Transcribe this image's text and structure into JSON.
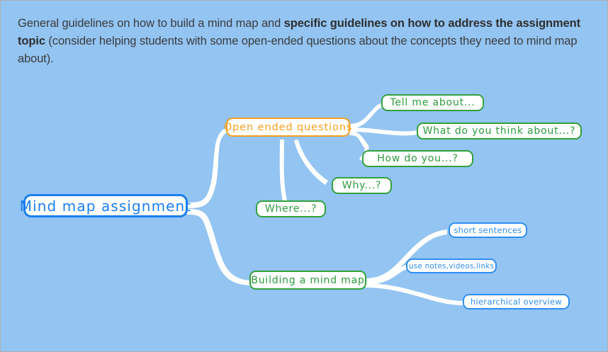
{
  "slide": {
    "background_color": "#93c4f2",
    "border_color": "#b0b0b0"
  },
  "header": {
    "part1": "General guidelines on how to build a mind map and ",
    "bold": "specific guidelines on how to address the assignment topic",
    "part2": " (consider helping students with some open-ended questions about the concepts they need to mind map about)."
  },
  "mindmap": {
    "root": {
      "label": "Mind map assignment",
      "color": "#1a7fef"
    },
    "branches": [
      {
        "label": "Open ended questions",
        "color": "#f5a020",
        "children": [
          {
            "label": "Tell me about...",
            "color": "#2e9b3e"
          },
          {
            "label": "What do you think about...?",
            "color": "#2e9b3e"
          },
          {
            "label": "How do you...?",
            "color": "#2e9b3e"
          },
          {
            "label": "Why...?",
            "color": "#2e9b3e"
          },
          {
            "label": "Where...?",
            "color": "#2e9b3e"
          }
        ]
      },
      {
        "label": "Building a mind map",
        "color": "#2e9b3e",
        "children": [
          {
            "label": "short sentences",
            "color": "#2f8ef2"
          },
          {
            "label": "use notes,videos,links",
            "color": "#2f8ef2"
          },
          {
            "label": "hierarchical overview",
            "color": "#2f8ef2"
          }
        ]
      }
    ],
    "connector_color": "#ffffff"
  }
}
